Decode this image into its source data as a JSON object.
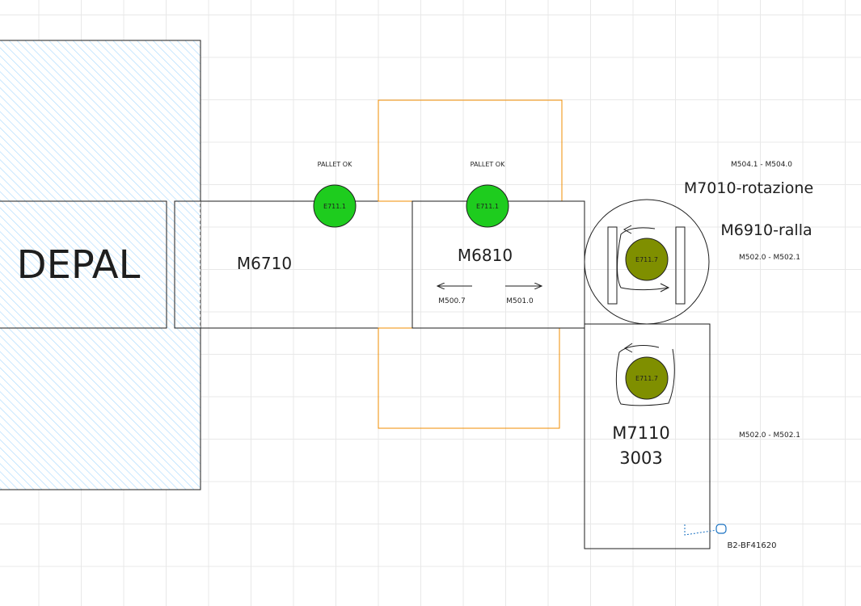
{
  "canvas": {
    "background": "#ffffff",
    "grid_color": "#e8e8e8"
  },
  "colors": {
    "stroke": "#1e1e1e",
    "hatch": "#a5d8ff",
    "orange": "#f08c00",
    "green_sensor": "#1ecc1e",
    "olive_sensor": "#7f8f00",
    "link_blue": "#1971c2"
  },
  "depal": {
    "label": "DEPAL"
  },
  "conveyors": {
    "m6710": {
      "label": "M6710"
    },
    "m6810": {
      "label": "M6810",
      "left_arrow_label": "M500.7",
      "right_arrow_label": "M501.0"
    },
    "m7110": {
      "label_line1": "M7110",
      "label_line2": "3003"
    }
  },
  "sensors": [
    {
      "id": "E711.1",
      "caption": "PALLET OK",
      "color": "green"
    },
    {
      "id": "E711.1",
      "caption": "PALLET OK",
      "color": "green"
    },
    {
      "id": "E711.7",
      "color": "olive"
    },
    {
      "id": "E711.7",
      "color": "olive"
    }
  ],
  "annotations": {
    "m504": "M504.1 - M504.0",
    "rotation_title": "M7010-rotazione",
    "ralla_title": "M6910-ralla",
    "m502_top": "M502.0 - M502.1",
    "m502_bottom": "M502.0 - M502.1",
    "bf_sensor": "B2-BF41620"
  }
}
